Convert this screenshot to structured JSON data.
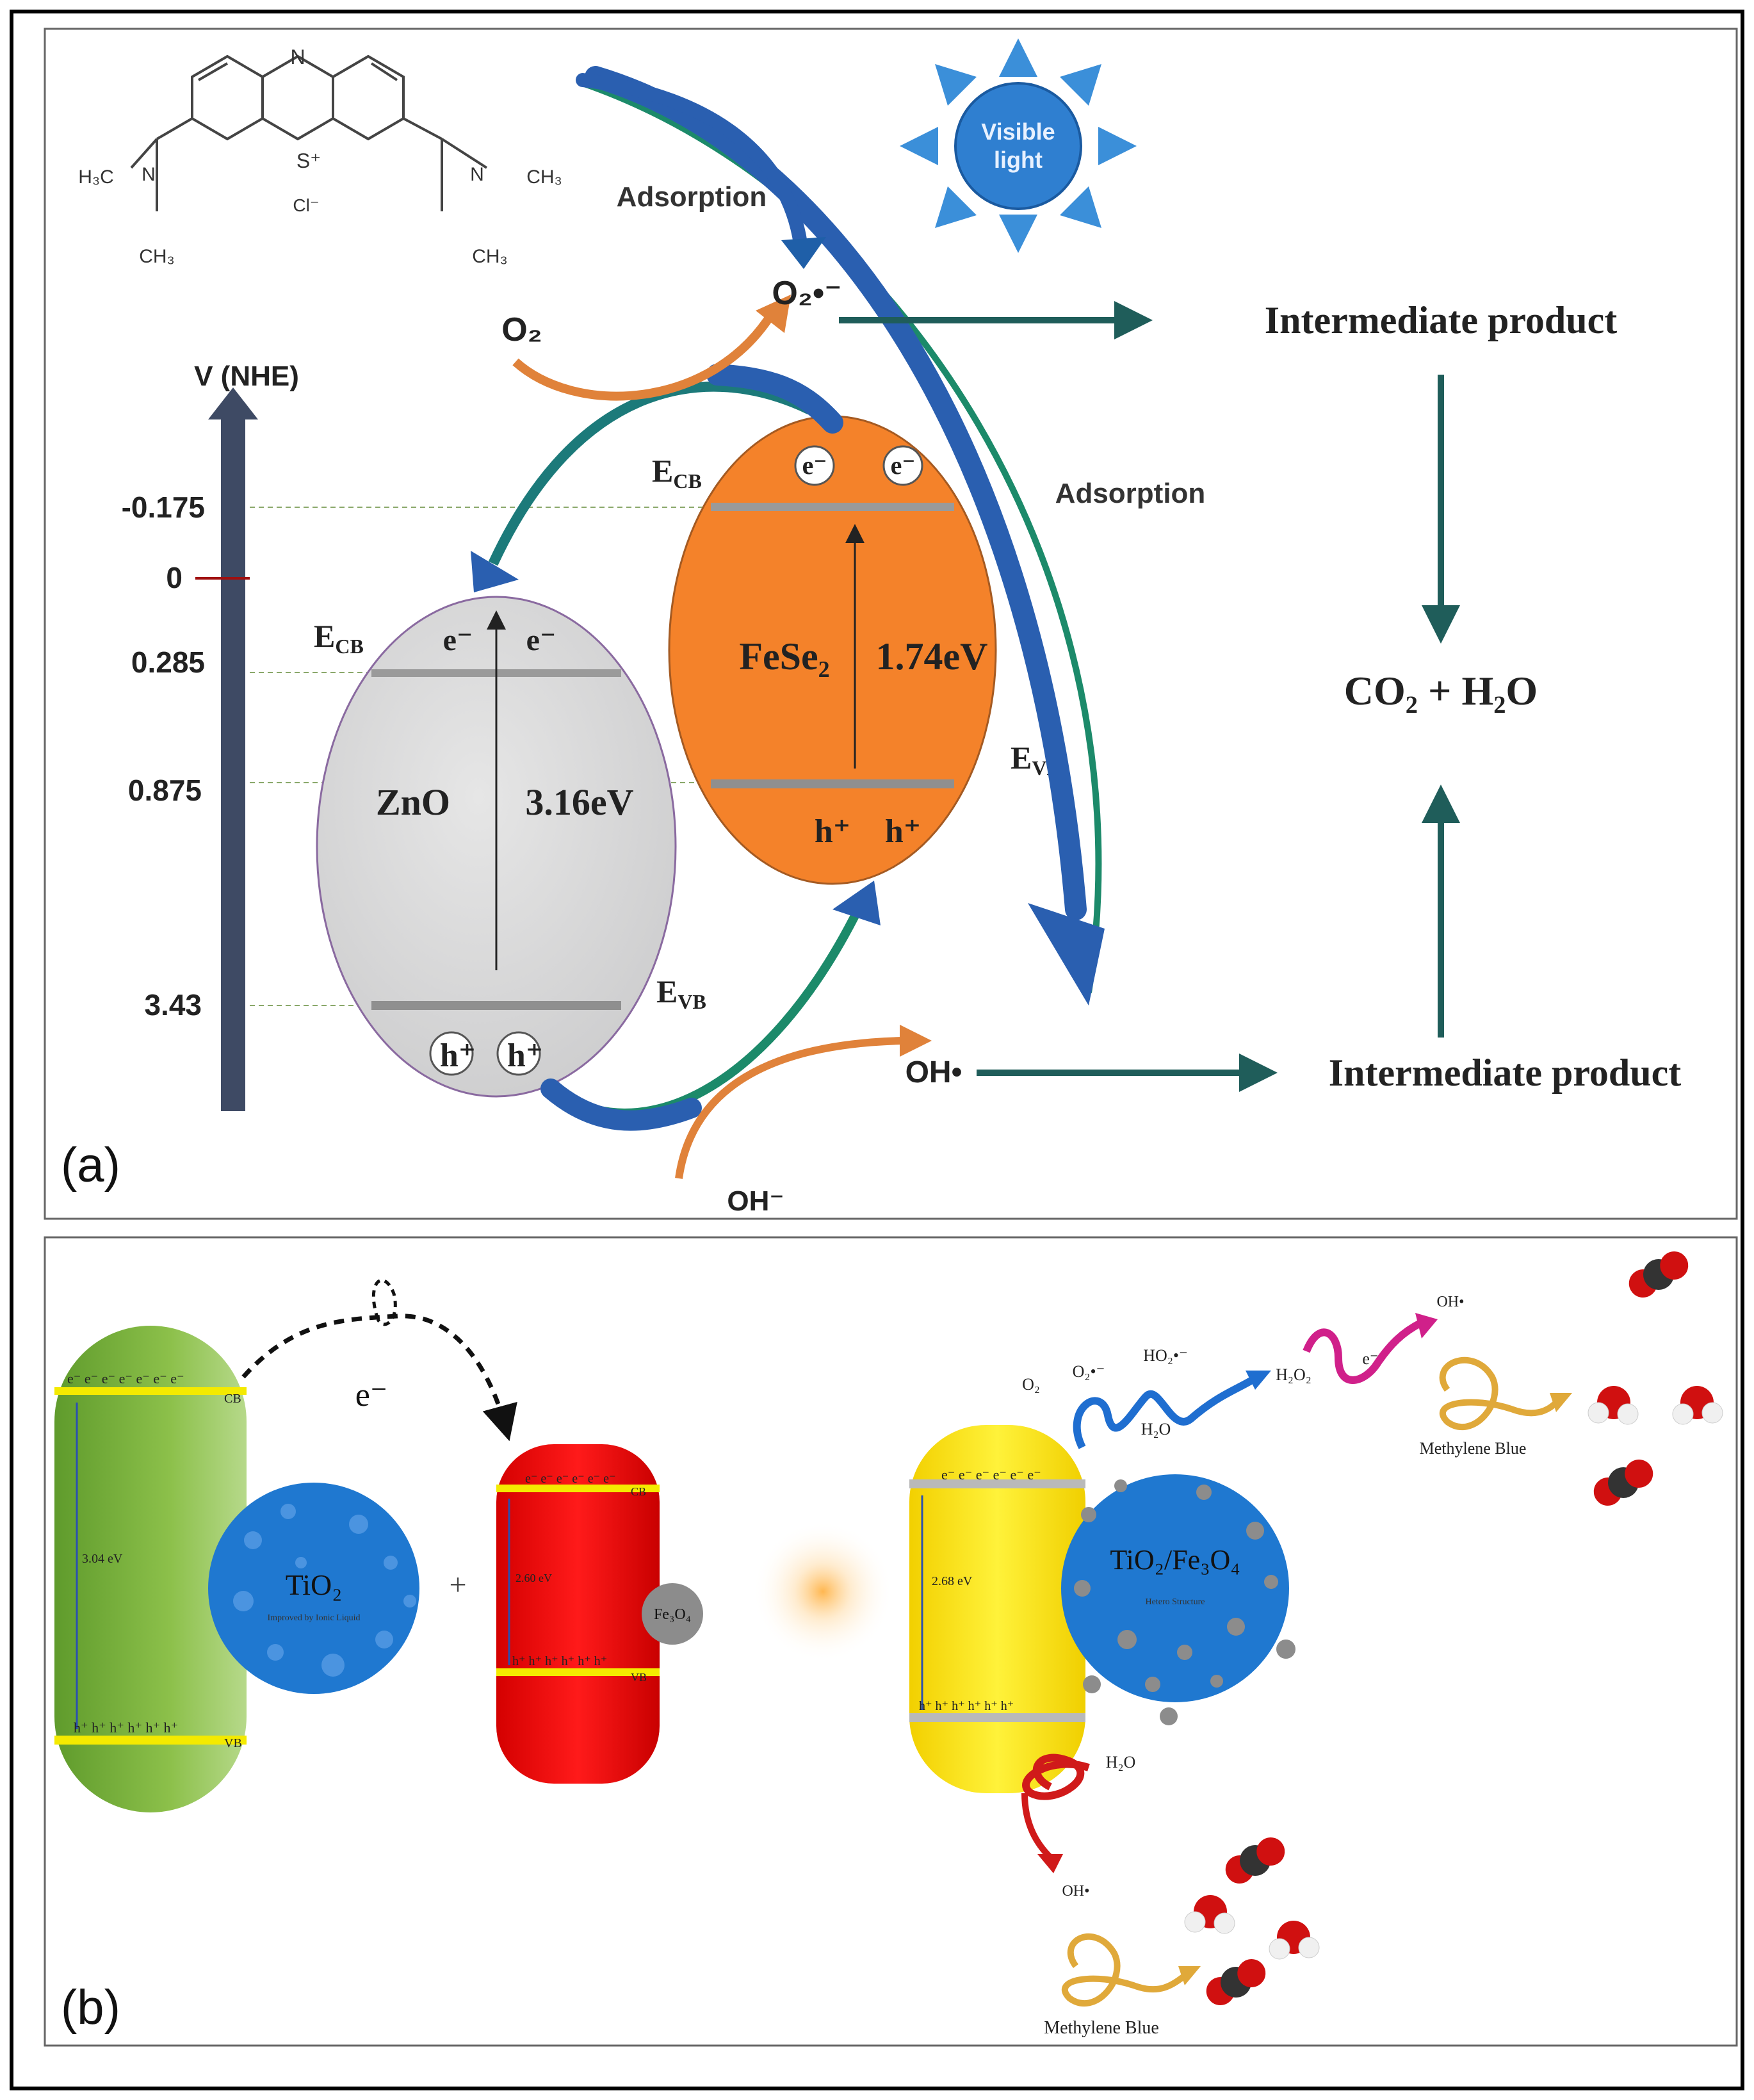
{
  "panel_a": {
    "label": "(a)",
    "axis_title": "V (NHE)",
    "ticks": [
      "-0.175",
      "0",
      "0.285",
      "0.875",
      "3.43"
    ],
    "structure": {
      "left_group": "H₃C",
      "left_nitrogen": "N",
      "left_methyl": "CH₃",
      "right_nitrogen": "N",
      "right_group": "CH₃",
      "right_methyl": "CH₃",
      "top_nitrogen": "N",
      "sulfur": "S⁺",
      "chloride": "Cl⁻"
    },
    "sun_label_1": "Visible",
    "sun_label_2": "light",
    "adsorption_1": "Adsorption",
    "adsorption_2": "Adsorption",
    "o2": "O₂",
    "superoxide": "O₂•⁻",
    "oh_radical": "OH•",
    "oh_minus": "OH⁻",
    "intermediate_1": "Intermediate product",
    "intermediate_2": "Intermediate product",
    "final_product": "CO₂ + H₂O",
    "zno": {
      "name": "ZnO",
      "gap": "3.16eV",
      "ecb": "E",
      "ecb_sub": "CB",
      "evb": "E",
      "evb_sub": "VB",
      "electron": "e⁻",
      "hole": "h⁺"
    },
    "fese2": {
      "name": "FeSe₂",
      "gap": "1.74eV",
      "ecb": "E",
      "ecb_sub": "CB",
      "evb": "E",
      "evb_sub": "VB",
      "electron": "e⁻",
      "hole": "h⁺"
    }
  },
  "panel_b": {
    "label": "(b)",
    "electron": "e⁻",
    "green": {
      "gap": "3.04 eV",
      "cb": "CB",
      "vb": "VB",
      "electrons": "e⁻ e⁻ e⁻ e⁻ e⁻ e⁻ e⁻",
      "holes": "h⁺ h⁺ h⁺ h⁺ h⁺ h⁺"
    },
    "tio2": "TiO₂",
    "tio2_sub": "Improved by Ionic Liquid",
    "plus": "+",
    "red": {
      "gap": "2.60 eV",
      "cb": "CB",
      "vb": "VB",
      "electrons": "e⁻ e⁻ e⁻ e⁻ e⁻ e⁻",
      "holes": "h⁺ h⁺ h⁺ h⁺ h⁺ h⁺"
    },
    "fe3o4": "Fe₃O₄",
    "yellow": {
      "gap": "2.68 eV",
      "electrons": "e⁻ e⁻ e⁻ e⁻ e⁻ e⁻",
      "holes": "h⁺ h⁺ h⁺ h⁺ h⁺ h⁺"
    },
    "composite": "TiO₂/Fe₃O₄",
    "composite_sub": "Hetero Structure",
    "o2": "O₂",
    "o2_rad": "O₂•⁻",
    "ho2": "HO₂•⁻",
    "h2o_top": "H₂O",
    "h2o2": "H₂O₂",
    "e_small": "e⁻",
    "oh_top": "OH•",
    "mb_top": "Methylene Blue",
    "h2o_bottom": "H₂O",
    "oh_bottom": "OH•",
    "mb_bottom": "Methylene Blue"
  }
}
